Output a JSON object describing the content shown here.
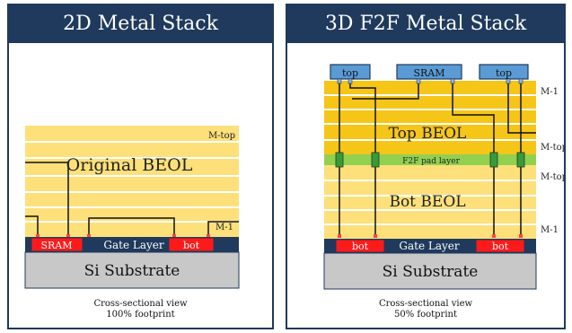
{
  "colors": {
    "header_bg": "#1f3a5c",
    "beol_fill": "#fde07a",
    "top_beol_fill": "#f5c518",
    "f2f_layer": "#92d050",
    "gate_layer": "#1f3a5c",
    "device_red": "#ff1a1a",
    "substrate": "#c8c8c8",
    "chip_blue": "#5b9bd5",
    "via_blue": "#8fb4e3",
    "via_red": "#ff4444",
    "connector_green": "#3a9a3a"
  },
  "left_panel": {
    "title": "2D Metal Stack",
    "beol_label": "Original BEOL",
    "m_top_label": "M-top",
    "m_1_label": "M-1",
    "sram_label": "SRAM",
    "gate_layer_label": "Gate Layer",
    "bot_label": "bot",
    "substrate_label": "Si Substrate",
    "caption_line1": "Cross-sectional view",
    "caption_line2": "100% footprint"
  },
  "right_panel": {
    "title": "3D F2F Metal Stack",
    "top_chip_left": "top",
    "sram_chip": "SRAM",
    "top_chip_right": "top",
    "m_1_upper_label": "M-1",
    "top_beol_label": "Top BEOL",
    "m_top_upper_label": "M-top",
    "f2f_label": "F2F pad layer",
    "m_top_lower_label": "M-top",
    "bot_beol_label": "Bot BEOL",
    "m_1_lower_label": "M-1",
    "bot_left_label": "bot",
    "gate_layer_label": "Gate Layer",
    "bot_right_label": "bot",
    "substrate_label": "Si Substrate",
    "caption_line1": "Cross-sectional view",
    "caption_line2": "50% footprint"
  }
}
